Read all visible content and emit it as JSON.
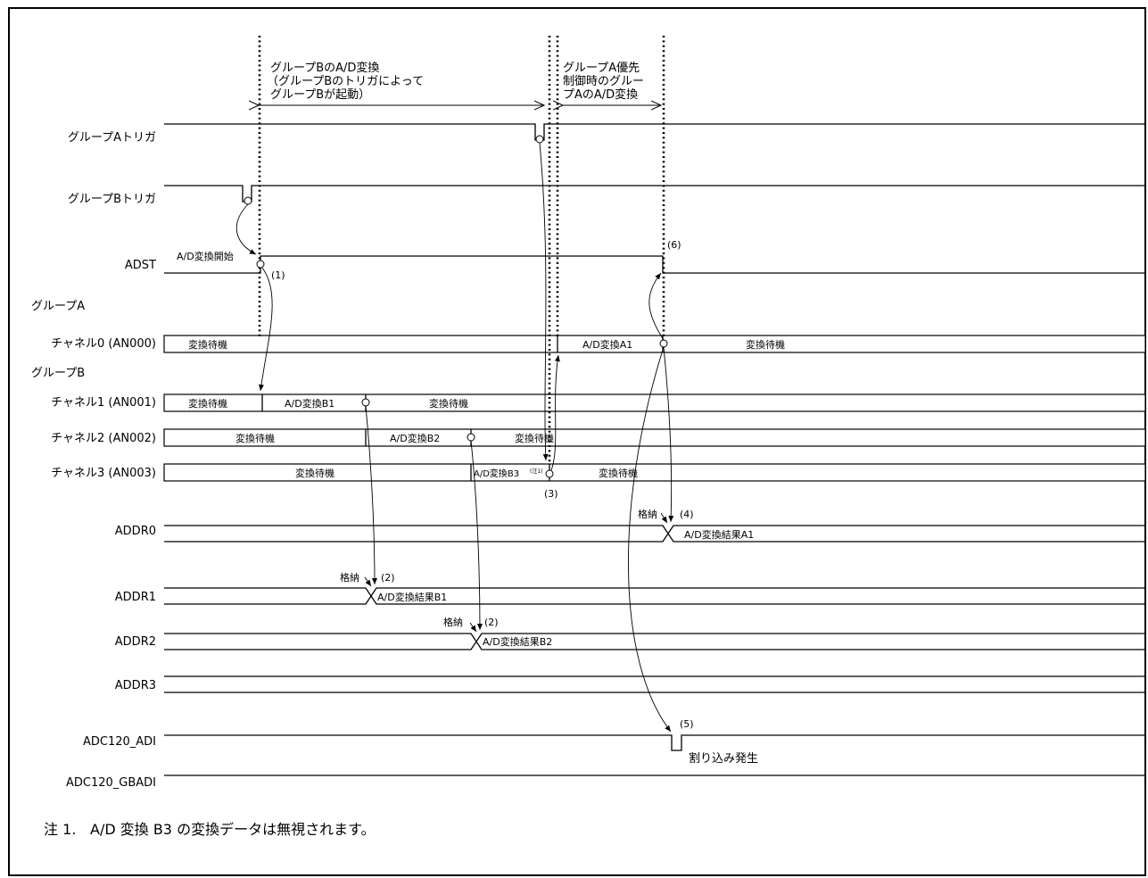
{
  "header": {
    "groupB_range": [
      "グループBのA/D変換",
      "（グループBのトリガによって",
      "グループBが起動）"
    ],
    "groupA_range": [
      "グループA優先",
      "制御時のグルー",
      "プAのA/D変換"
    ]
  },
  "signals": {
    "trig_a": "グループAトリガ",
    "trig_b": "グループBトリガ",
    "adst": "ADST",
    "group_a": "グループA",
    "ch0": "チャネル0 (AN000)",
    "group_b": "グループB",
    "ch1": "チャネル1 (AN001)",
    "ch2": "チャネル2 (AN002)",
    "ch3": "チャネル3 (AN003)",
    "addr0": "ADDR0",
    "addr1": "ADDR1",
    "addr2": "ADDR2",
    "addr3": "ADDR3",
    "adi": "ADC120_ADI",
    "gbadi": "ADC120_GBADI"
  },
  "states": {
    "wait": "変換待機",
    "conv_a1": "A/D変換A1",
    "conv_b1": "A/D変換B1",
    "conv_b2": "A/D変換B2",
    "conv_b3": "A/D変換B3",
    "note_mark": "(注1)",
    "result_a1": "A/D変換結果A1",
    "result_b1": "A/D変換結果B1",
    "result_b2": "A/D変換結果B2",
    "store": "格納",
    "conv_start": "A/D変換開始",
    "interrupt": "割り込み発生"
  },
  "steps": {
    "s1": "(1)",
    "s2": "(2)",
    "s3": "(3)",
    "s4": "(4)",
    "s5": "(5)",
    "s6": "(6)"
  },
  "footnote": {
    "mark": "注 1.",
    "text": "A/D 変換 B3 の変換データは無視されます。"
  }
}
